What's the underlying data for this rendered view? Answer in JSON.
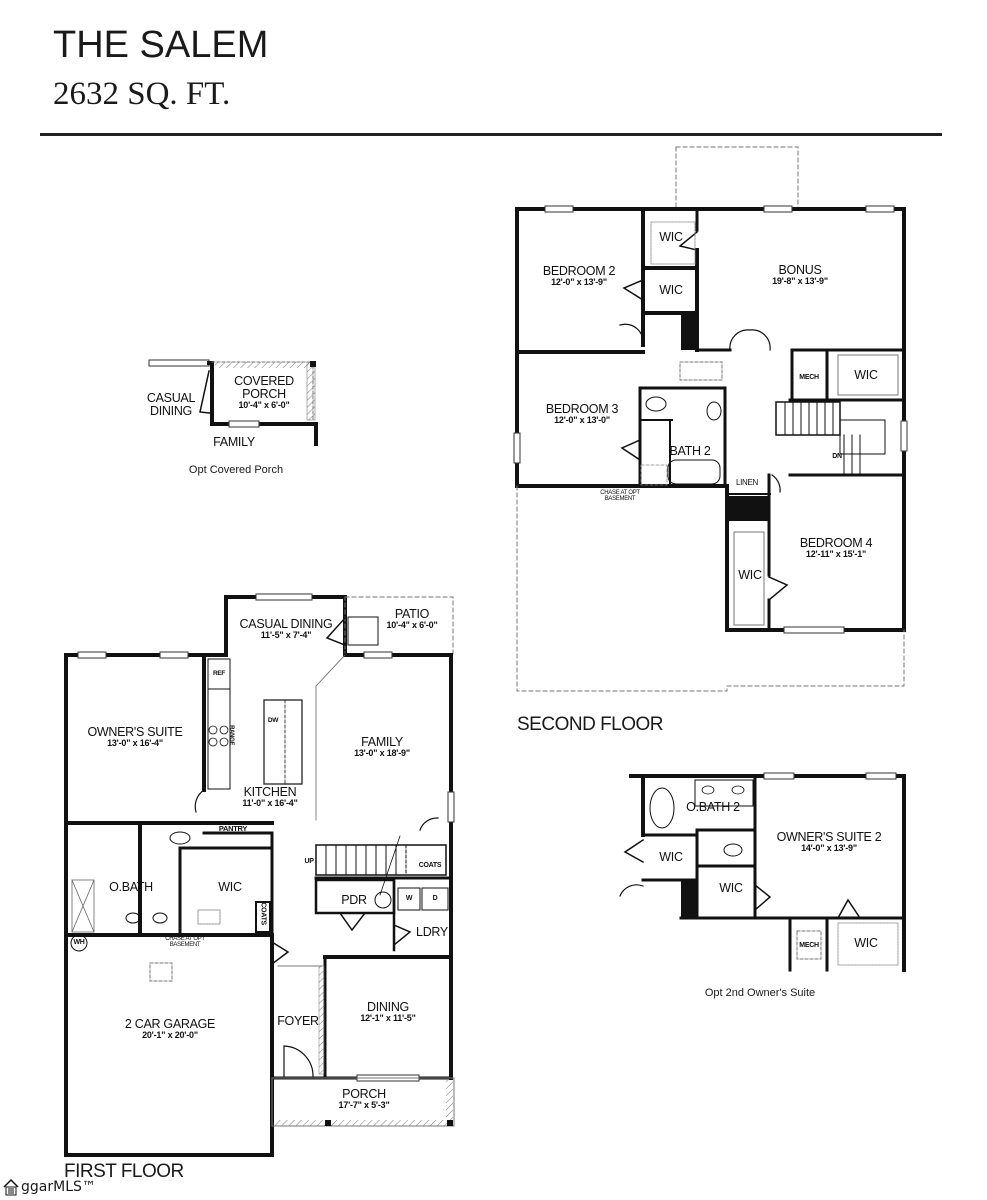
{
  "header": {
    "plan_name": "THE SALEM",
    "square_footage": "2632 SQ. FT."
  },
  "opt_covered_porch": {
    "caption": "Opt Covered Porch",
    "rooms": [
      {
        "name": "COVERED",
        "name2": "PORCH",
        "dims": "10'-4\" x 6'-0\""
      },
      {
        "name": "CASUAL",
        "name2": "DINING"
      },
      {
        "name": "FAMILY"
      }
    ]
  },
  "second_floor": {
    "label": "SECOND FLOOR",
    "rooms": [
      {
        "name": "BEDROOM 2",
        "dims": "12'-0\" x 13'-9\""
      },
      {
        "name": "WIC"
      },
      {
        "name": "WIC"
      },
      {
        "name": "BONUS",
        "dims": "19'-8\" x 13'-9\""
      },
      {
        "name": "BEDROOM 3",
        "dims": "12'-0\" x 13'-0\""
      },
      {
        "name": "BATH 2"
      },
      {
        "name": "MECH"
      },
      {
        "name": "WIC"
      },
      {
        "name": "LINEN"
      },
      {
        "name": "BEDROOM 4",
        "dims": "12'-11\" x 15'-1\""
      },
      {
        "name": "WIC"
      }
    ],
    "notes": {
      "stair": "DN",
      "chase": "CHASE AT OPT",
      "chase2": "BASEMENT"
    }
  },
  "first_floor": {
    "label": "FIRST FLOOR",
    "rooms": [
      {
        "name": "CASUAL DINING",
        "dims": "11'-5\" x 7'-4\""
      },
      {
        "name": "PATIO",
        "dims": "10'-4\" x 6'-0\""
      },
      {
        "name": "OWNER'S SUITE",
        "dims": "13'-0\" x 16'-4\""
      },
      {
        "name": "FAMILY",
        "dims": "13'-0\" x 18'-9\""
      },
      {
        "name": "KITCHEN",
        "dims": "11'-0\" x 16'-4\""
      },
      {
        "name": "PANTRY"
      },
      {
        "name": "O.BATH"
      },
      {
        "name": "WIC"
      },
      {
        "name": "COATS"
      },
      {
        "name": "PDR"
      },
      {
        "name": "LDRY"
      },
      {
        "name": "COATS"
      },
      {
        "name": "2 CAR GARAGE",
        "dims": "20'-1\" x 20'-0\""
      },
      {
        "name": "FOYER"
      },
      {
        "name": "DINING",
        "dims": "12'-1\" x 11'-5\""
      },
      {
        "name": "PORCH",
        "dims": "17'-7\" x 5'-3\""
      }
    ],
    "fixtures": {
      "ref": "REF",
      "range": "RANGE",
      "dw": "DW",
      "wh": "WH",
      "washer": "W",
      "dryer": "D",
      "stair": "UP"
    },
    "notes": {
      "chase": "CHASE AT OPT",
      "chase2": "BASEMENT"
    }
  },
  "opt_owners_suite": {
    "caption": "Opt 2nd Owner's Suite",
    "rooms": [
      {
        "name": "O.BATH 2"
      },
      {
        "name": "OWNER'S SUITE 2",
        "dims": "14'-0\" x 13'-9\""
      },
      {
        "name": "WIC"
      },
      {
        "name": "WIC"
      },
      {
        "name": "WIC"
      },
      {
        "name": "MECH"
      }
    ]
  },
  "watermark": {
    "text": "ggarMLS™"
  }
}
